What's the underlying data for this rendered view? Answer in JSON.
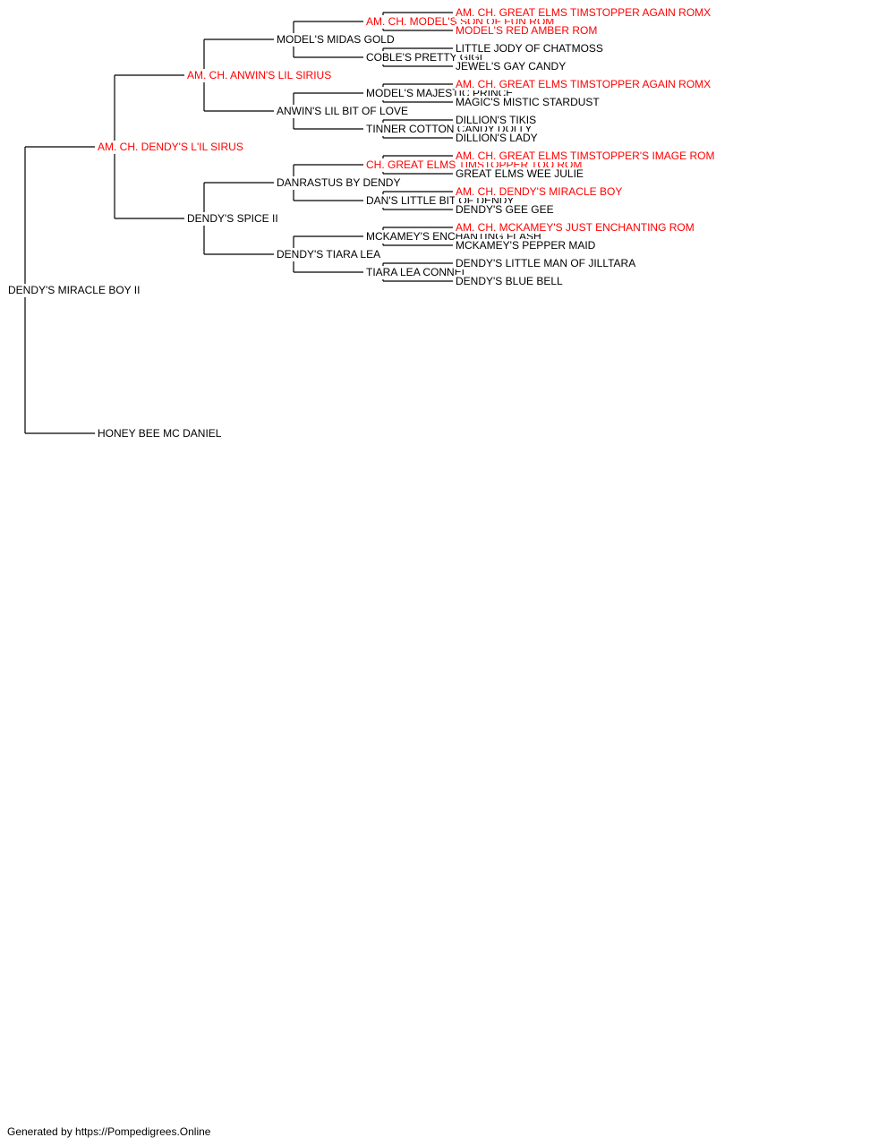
{
  "colors": {
    "champion": "#ff0000",
    "normal": "#000000",
    "line": "#000000"
  },
  "pedigree": {
    "name": "DENDY'S MIRACLE BOY II",
    "champion": false,
    "sire": {
      "name": "AM. CH. DENDY'S L'IL SIRUS",
      "champion": true,
      "sire": {
        "name": "AM. CH. ANWIN'S LIL SIRIUS",
        "champion": true,
        "sire": {
          "name": "MODEL'S MIDAS GOLD",
          "champion": false,
          "sire": {
            "name": "AM. CH. MODEL'S SON OF FUN ROM",
            "champion": true,
            "sire": {
              "name": "AM. CH. GREAT ELMS TIMSTOPPER AGAIN ROMX",
              "champion": true
            },
            "dam": {
              "name": "MODEL'S RED AMBER ROM",
              "champion": true
            }
          },
          "dam": {
            "name": "COBLE'S PRETTY GIGI",
            "champion": false,
            "sire": {
              "name": "LITTLE JODY OF CHATMOSS",
              "champion": false
            },
            "dam": {
              "name": "JEWEL'S GAY CANDY",
              "champion": false
            }
          }
        },
        "dam": {
          "name": "ANWIN'S LIL BIT OF LOVE",
          "champion": false,
          "sire": {
            "name": "MODEL'S MAJESTIC PRINCE",
            "champion": false,
            "sire": {
              "name": "AM. CH. GREAT ELMS TIMSTOPPER AGAIN ROMX",
              "champion": true
            },
            "dam": {
              "name": "MAGIC'S MISTIC STARDUST",
              "champion": false
            }
          },
          "dam": {
            "name": "TINNER COTTON CANDY DOLLY",
            "champion": false,
            "sire": {
              "name": "DILLION'S TIKIS",
              "champion": false
            },
            "dam": {
              "name": "DILLION'S LADY",
              "champion": false
            }
          }
        }
      },
      "dam": {
        "name": "DENDY'S SPICE II",
        "champion": false,
        "sire": {
          "name": "DANRASTUS BY DENDY",
          "champion": false,
          "sire": {
            "name": "CH. GREAT ELMS TIMSTOPPER TOO ROM",
            "champion": true,
            "sire": {
              "name": "AM. CH. GREAT ELMS TIMSTOPPER'S IMAGE ROM",
              "champion": true
            },
            "dam": {
              "name": "GREAT ELMS WEE JULIE",
              "champion": false
            }
          },
          "dam": {
            "name": "DAN'S LITTLE BIT OF DENDY",
            "champion": false,
            "sire": {
              "name": "AM. CH. DENDY'S MIRACLE BOY",
              "champion": true
            },
            "dam": {
              "name": "DENDY'S GEE GEE",
              "champion": false
            }
          }
        },
        "dam": {
          "name": "DENDY'S TIARA LEA",
          "champion": false,
          "sire": {
            "name": "MCKAMEY'S ENCHANTING FLASH",
            "champion": false,
            "sire": {
              "name": "AM. CH. MCKAMEY'S JUST ENCHANTING ROM",
              "champion": true
            },
            "dam": {
              "name": "MCKAMEY'S PEPPER MAID",
              "champion": false
            }
          },
          "dam": {
            "name": "TIARA LEA CONNEL",
            "champion": false,
            "sire": {
              "name": "DENDY'S LITTLE MAN OF JILLTARA",
              "champion": false
            },
            "dam": {
              "name": "DENDY'S BLUE BELL",
              "champion": false
            }
          }
        }
      }
    },
    "dam": {
      "name": "HONEY BEE MC DANIEL",
      "champion": false
    }
  },
  "footer": {
    "text": "Generated by https://Pompedigrees.Online"
  }
}
